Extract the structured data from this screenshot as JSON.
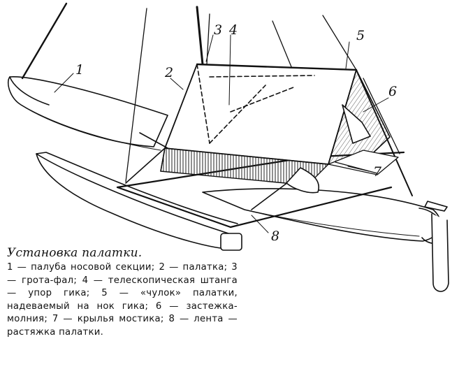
{
  "figure": {
    "callouts": [
      {
        "id": "1",
        "text": "1"
      },
      {
        "id": "2",
        "text": "2"
      },
      {
        "id": "3",
        "text": "3"
      },
      {
        "id": "4",
        "text": "4"
      },
      {
        "id": "5",
        "text": "5"
      },
      {
        "id": "6",
        "text": "6"
      },
      {
        "id": "7",
        "text": "7"
      },
      {
        "id": "8",
        "text": "8"
      }
    ]
  },
  "caption": {
    "title": "Установка палатки.",
    "body": "1 — палуба носовой секции; 2 — палатка; 3 — грота-фал; 4 — телескопическая штанга — упор гика; 5 — «чулок» палатки, надеваемый на нок гика; 6 — застежка-молния; 7 — крылья мостика; 8 — лента — растяжка палатки."
  }
}
